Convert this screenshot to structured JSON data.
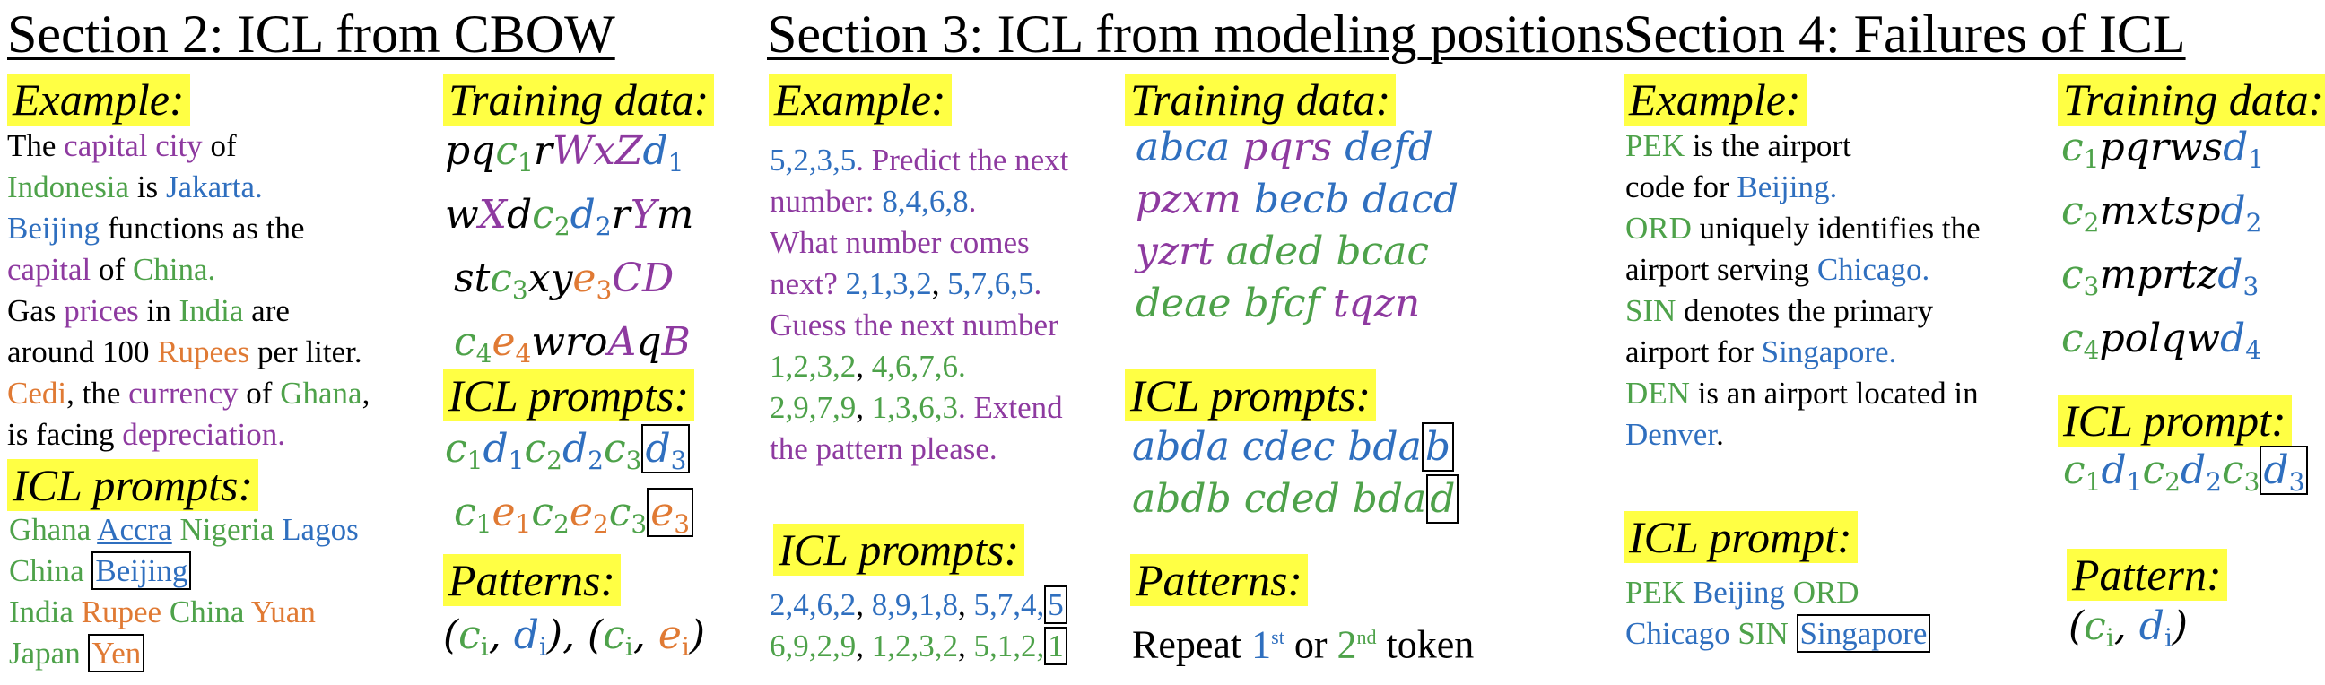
{
  "colors": {
    "green": "#4ea24a",
    "blue": "#2f6fbf",
    "purple": "#8e3aa0",
    "orange": "#e07a34",
    "highlight": "#ffff44"
  },
  "sections": [
    {
      "title": "Section 2: ICL from CBOW",
      "example_label": "Example:",
      "example_lines": [
        [
          {
            "t": "The ",
            "c": "k"
          },
          {
            "t": "capital city",
            "c": "p"
          },
          {
            "t": " of",
            "c": "k"
          }
        ],
        [
          {
            "t": "Indonesia",
            "c": "g"
          },
          {
            "t": " is ",
            "c": "k"
          },
          {
            "t": "Jakarta.",
            "c": "b"
          }
        ],
        [
          {
            "t": "Beijing",
            "c": "b"
          },
          {
            "t": " functions as the",
            "c": "k"
          }
        ],
        [
          {
            "t": "capital",
            "c": "p"
          },
          {
            "t": " of ",
            "c": "k"
          },
          {
            "t": "China.",
            "c": "g"
          }
        ],
        [
          {
            "t": "Gas ",
            "c": "k"
          },
          {
            "t": "prices",
            "c": "p"
          },
          {
            "t": " in ",
            "c": "k"
          },
          {
            "t": "India",
            "c": "g"
          },
          {
            "t": " are",
            "c": "k"
          }
        ],
        [
          {
            "t": "around 100 ",
            "c": "k"
          },
          {
            "t": "Rupees",
            "c": "o"
          },
          {
            "t": " per liter.",
            "c": "k"
          }
        ],
        [
          {
            "t": "Cedi",
            "c": "o"
          },
          {
            "t": ", the ",
            "c": "k"
          },
          {
            "t": "currency",
            "c": "p"
          },
          {
            "t": " of ",
            "c": "k"
          },
          {
            "t": "Ghana",
            "c": "g"
          },
          {
            "t": ",",
            "c": "k"
          }
        ],
        [
          {
            "t": "is facing ",
            "c": "k"
          },
          {
            "t": "depreciation.",
            "c": "p"
          }
        ]
      ],
      "icl_label": "ICL prompts:",
      "icl_lines": [
        [
          {
            "t": "Ghana ",
            "c": "g"
          },
          {
            "t": "Accra",
            "c": "b",
            "u": true
          },
          {
            "t": " Nigeria ",
            "c": "g"
          },
          {
            "t": "Lagos",
            "c": "b"
          }
        ],
        [
          {
            "t": "China ",
            "c": "g"
          },
          {
            "t": "Beijing",
            "c": "b",
            "box": true
          }
        ],
        [
          {
            "t": "India ",
            "c": "g"
          },
          {
            "t": "Rupee",
            "c": "o"
          },
          {
            "t": " China ",
            "c": "g"
          },
          {
            "t": "Yuan",
            "c": "o"
          }
        ],
        [
          {
            "t": "Japan ",
            "c": "g"
          },
          {
            "t": "Yen",
            "c": "o",
            "box": true
          }
        ]
      ],
      "training_label": "Training data:",
      "training_lines": [
        [
          {
            "t": "pq",
            "c": "k"
          },
          {
            "t": "c",
            "s": "1",
            "c": "g"
          },
          {
            "t": "r",
            "c": "k"
          },
          {
            "t": "WxZ",
            "c": "p"
          },
          {
            "t": "d",
            "s": "1",
            "c": "b"
          }
        ],
        [
          {
            "t": "w",
            "c": "k"
          },
          {
            "t": "X",
            "c": "p"
          },
          {
            "t": "d",
            "c": "k"
          },
          {
            "t": "c",
            "s": "2",
            "c": "g"
          },
          {
            "t": "d",
            "s": "2",
            "c": "b"
          },
          {
            "t": "r",
            "c": "k"
          },
          {
            "t": "Y",
            "c": "p"
          },
          {
            "t": "m",
            "c": "k"
          }
        ],
        [
          {
            "t": "st",
            "c": "k"
          },
          {
            "t": "c",
            "s": "3",
            "c": "g"
          },
          {
            "t": "xy",
            "c": "k"
          },
          {
            "t": "e",
            "s": "3",
            "c": "o"
          },
          {
            "t": "CD",
            "c": "p"
          }
        ],
        [
          {
            "t": "c",
            "s": "4",
            "c": "g"
          },
          {
            "t": "e",
            "s": "4",
            "c": "o"
          },
          {
            "t": "wro",
            "c": "k"
          },
          {
            "t": "A",
            "c": "p"
          },
          {
            "t": "q",
            "c": "k"
          },
          {
            "t": "B",
            "c": "p"
          }
        ]
      ],
      "prompts_label": "ICL prompts:",
      "prompt_lines": [
        [
          {
            "t": "c",
            "s": "1",
            "c": "g"
          },
          {
            "t": "d",
            "s": "1",
            "c": "b"
          },
          {
            "t": "c",
            "s": "2",
            "c": "g"
          },
          {
            "t": "d",
            "s": "2",
            "c": "b"
          },
          {
            "t": "c",
            "s": "3",
            "c": "g"
          },
          {
            "t": "d",
            "s": "3",
            "c": "b",
            "box": true
          }
        ],
        [
          {
            "t": "c",
            "s": "1",
            "c": "g"
          },
          {
            "t": "e",
            "s": "1",
            "c": "o"
          },
          {
            "t": "c",
            "s": "2",
            "c": "g"
          },
          {
            "t": "e",
            "s": "2",
            "c": "o"
          },
          {
            "t": "c",
            "s": "3",
            "c": "g"
          },
          {
            "t": "e",
            "s": "3",
            "c": "o",
            "box": true
          }
        ]
      ],
      "patterns_label": "Patterns:",
      "pattern_lines": [
        [
          {
            "t": "(",
            "c": "k"
          },
          {
            "t": "c",
            "s": "i",
            "c": "g"
          },
          {
            "t": ", ",
            "c": "k"
          },
          {
            "t": "d",
            "s": "i",
            "c": "b"
          },
          {
            "t": "), (",
            "c": "k"
          },
          {
            "t": "c",
            "s": "i",
            "c": "g"
          },
          {
            "t": ", ",
            "c": "k"
          },
          {
            "t": "e",
            "s": "i",
            "c": "o"
          },
          {
            "t": ")",
            "c": "k"
          }
        ]
      ]
    },
    {
      "title": "Section 3: ICL from modeling positions",
      "example_label": "Example:",
      "example_lines": [
        [
          {
            "t": "5,2,3,5",
            "c": "b"
          },
          {
            "t": ". Predict the next",
            "c": "p"
          }
        ],
        [
          {
            "t": "number: ",
            "c": "p"
          },
          {
            "t": "8,4,6,8",
            "c": "b"
          },
          {
            "t": ".",
            "c": "p"
          }
        ],
        [
          {
            "t": "What number comes",
            "c": "p"
          }
        ],
        [
          {
            "t": "next? ",
            "c": "p"
          },
          {
            "t": "2,1,3,2",
            "c": "b"
          },
          {
            "t": ", ",
            "c": "k"
          },
          {
            "t": "5,7,6,5",
            "c": "b"
          },
          {
            "t": ".",
            "c": "p"
          }
        ],
        [
          {
            "t": "Guess the next number",
            "c": "p"
          }
        ],
        [
          {
            "t": "1,2,3,2",
            "c": "g"
          },
          {
            "t": ", ",
            "c": "k"
          },
          {
            "t": "4,6,7,6",
            "c": "g"
          },
          {
            "t": ".",
            "c": "g"
          }
        ],
        [
          {
            "t": "2,9,7,9",
            "c": "g"
          },
          {
            "t": ", ",
            "c": "k"
          },
          {
            "t": "1,3,6,3",
            "c": "g"
          },
          {
            "t": ". Extend",
            "c": "p"
          }
        ],
        [
          {
            "t": "the pattern please.",
            "c": "p"
          }
        ]
      ],
      "icl_label": "ICL prompts:",
      "icl_lines": [
        [
          {
            "t": "2,4,6,2",
            "c": "b"
          },
          {
            "t": ", ",
            "c": "k"
          },
          {
            "t": "8,9,1,8",
            "c": "b"
          },
          {
            "t": ", ",
            "c": "k"
          },
          {
            "t": "5,7,4,",
            "c": "b"
          },
          {
            "t": "5",
            "c": "b",
            "box": true
          }
        ],
        [
          {
            "t": "6,9,2,9",
            "c": "g"
          },
          {
            "t": ", ",
            "c": "k"
          },
          {
            "t": "1,2,3,2",
            "c": "g"
          },
          {
            "t": ", ",
            "c": "k"
          },
          {
            "t": "5,1,2,",
            "c": "g"
          },
          {
            "t": "1",
            "c": "g",
            "box": true
          }
        ]
      ],
      "training_label": "Training data:",
      "training_lines": [
        [
          {
            "t": "abca ",
            "c": "b"
          },
          {
            "t": "pqrs ",
            "c": "p"
          },
          {
            "t": "defd",
            "c": "b"
          }
        ],
        [
          {
            "t": "pzxm ",
            "c": "p"
          },
          {
            "t": "becb dacd",
            "c": "b"
          }
        ],
        [
          {
            "t": "yzrt ",
            "c": "p"
          },
          {
            "t": "aded bcac",
            "c": "g"
          }
        ],
        [
          {
            "t": "deae bfcf ",
            "c": "g"
          },
          {
            "t": "tqzn",
            "c": "p"
          }
        ]
      ],
      "prompts_label": "ICL prompts:",
      "prompt_lines": [
        [
          {
            "t": "abda cdec bda",
            "c": "b"
          },
          {
            "t": "b",
            "c": "b",
            "box": true
          }
        ],
        [
          {
            "t": "abdb cded bda",
            "c": "g"
          },
          {
            "t": "d",
            "c": "g",
            "box": true
          }
        ]
      ],
      "patterns_label": "Patterns:",
      "pattern_lines": [
        [
          {
            "t": "Repeat ",
            "c": "k"
          },
          {
            "t": "1",
            "c": "b"
          },
          {
            "t": "st",
            "c": "b",
            "sup": true
          },
          {
            "t": " or ",
            "c": "k"
          },
          {
            "t": "2",
            "c": "g"
          },
          {
            "t": "nd",
            "c": "g",
            "sup": true
          },
          {
            "t": " token",
            "c": "k"
          }
        ]
      ]
    },
    {
      "title": "Section 4: Failures of ICL",
      "example_label": "Example:",
      "example_lines": [
        [
          {
            "t": "PEK",
            "c": "g"
          },
          {
            "t": " is the airport",
            "c": "k"
          }
        ],
        [
          {
            "t": "code for ",
            "c": "k"
          },
          {
            "t": "Beijing.",
            "c": "b"
          }
        ],
        [
          {
            "t": "ORD",
            "c": "g"
          },
          {
            "t": " uniquely identifies the",
            "c": "k"
          }
        ],
        [
          {
            "t": "airport serving ",
            "c": "k"
          },
          {
            "t": "Chicago.",
            "c": "b"
          }
        ],
        [
          {
            "t": "SIN",
            "c": "g"
          },
          {
            "t": " denotes the primary",
            "c": "k"
          }
        ],
        [
          {
            "t": "airport for ",
            "c": "k"
          },
          {
            "t": "Singapore.",
            "c": "b"
          }
        ],
        [
          {
            "t": "DEN",
            "c": "g"
          },
          {
            "t": " is an airport located in",
            "c": "k"
          }
        ],
        [
          {
            "t": "Denver",
            "c": "b"
          },
          {
            "t": ".",
            "c": "k"
          }
        ]
      ],
      "icl_label": "ICL prompt:",
      "icl_lines": [
        [
          {
            "t": "PEK ",
            "c": "g"
          },
          {
            "t": "Beijing ",
            "c": "b"
          },
          {
            "t": "ORD",
            "c": "g"
          }
        ],
        [
          {
            "t": "Chicago ",
            "c": "b"
          },
          {
            "t": "SIN ",
            "c": "g"
          },
          {
            "t": "Singapore",
            "c": "b",
            "box": true
          }
        ]
      ],
      "training_label": "Training data:",
      "training_lines": [
        [
          {
            "t": "c",
            "s": "1",
            "c": "g"
          },
          {
            "t": "pqrws",
            "c": "k"
          },
          {
            "t": "d",
            "s": "1",
            "c": "b"
          }
        ],
        [
          {
            "t": "c",
            "s": "2",
            "c": "g"
          },
          {
            "t": "mxtsp",
            "c": "k"
          },
          {
            "t": "d",
            "s": "2",
            "c": "b"
          }
        ],
        [
          {
            "t": "c",
            "s": "3",
            "c": "g"
          },
          {
            "t": "mprtz",
            "c": "k"
          },
          {
            "t": "d",
            "s": "3",
            "c": "b"
          }
        ],
        [
          {
            "t": "c",
            "s": "4",
            "c": "g"
          },
          {
            "t": "polqw",
            "c": "k"
          },
          {
            "t": "d",
            "s": "4",
            "c": "b"
          }
        ]
      ],
      "prompts_label": "ICL prompt:",
      "prompt_lines": [
        [
          {
            "t": "c",
            "s": "1",
            "c": "g"
          },
          {
            "t": "d",
            "s": "1",
            "c": "b"
          },
          {
            "t": "c",
            "s": "2",
            "c": "g"
          },
          {
            "t": "d",
            "s": "2",
            "c": "b"
          },
          {
            "t": "c",
            "s": "3",
            "c": "g"
          },
          {
            "t": "d",
            "s": "3",
            "c": "b",
            "box": true
          }
        ]
      ],
      "patterns_label": "Pattern:",
      "pattern_lines": [
        [
          {
            "t": "(",
            "c": "k"
          },
          {
            "t": "c",
            "s": "i",
            "c": "g"
          },
          {
            "t": ", ",
            "c": "k"
          },
          {
            "t": "d",
            "s": "i",
            "c": "b"
          },
          {
            "t": ")",
            "c": "k"
          }
        ]
      ]
    }
  ]
}
